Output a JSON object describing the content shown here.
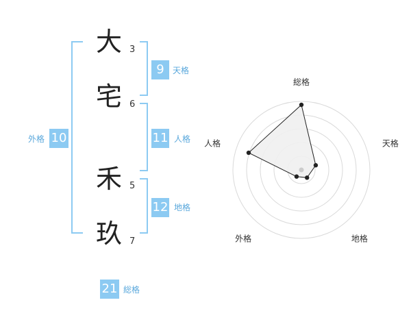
{
  "name": {
    "chars": [
      "大",
      "宅",
      "禾",
      "玖"
    ],
    "strokes": [
      "3",
      "6",
      "5",
      "7"
    ]
  },
  "kaku": {
    "tenkaku": {
      "value": "9",
      "label": "天格"
    },
    "jinkaku": {
      "value": "11",
      "label": "人格"
    },
    "chikaku": {
      "value": "12",
      "label": "地格"
    },
    "gaikaku": {
      "value": "10",
      "label": "外格"
    },
    "soukaku": {
      "value": "21",
      "label": "総格"
    }
  },
  "chart_data": {
    "type": "radar",
    "axes": [
      "総格",
      "天格",
      "地格",
      "外格",
      "人格"
    ],
    "values": [
      0.95,
      0.22,
      0.14,
      0.12,
      0.81
    ],
    "max": 1,
    "rings": 5,
    "colors": {
      "fill": "#f0f0f0",
      "line": "#222222",
      "grid": "#d9d9d9",
      "center": "#cccccc"
    }
  }
}
